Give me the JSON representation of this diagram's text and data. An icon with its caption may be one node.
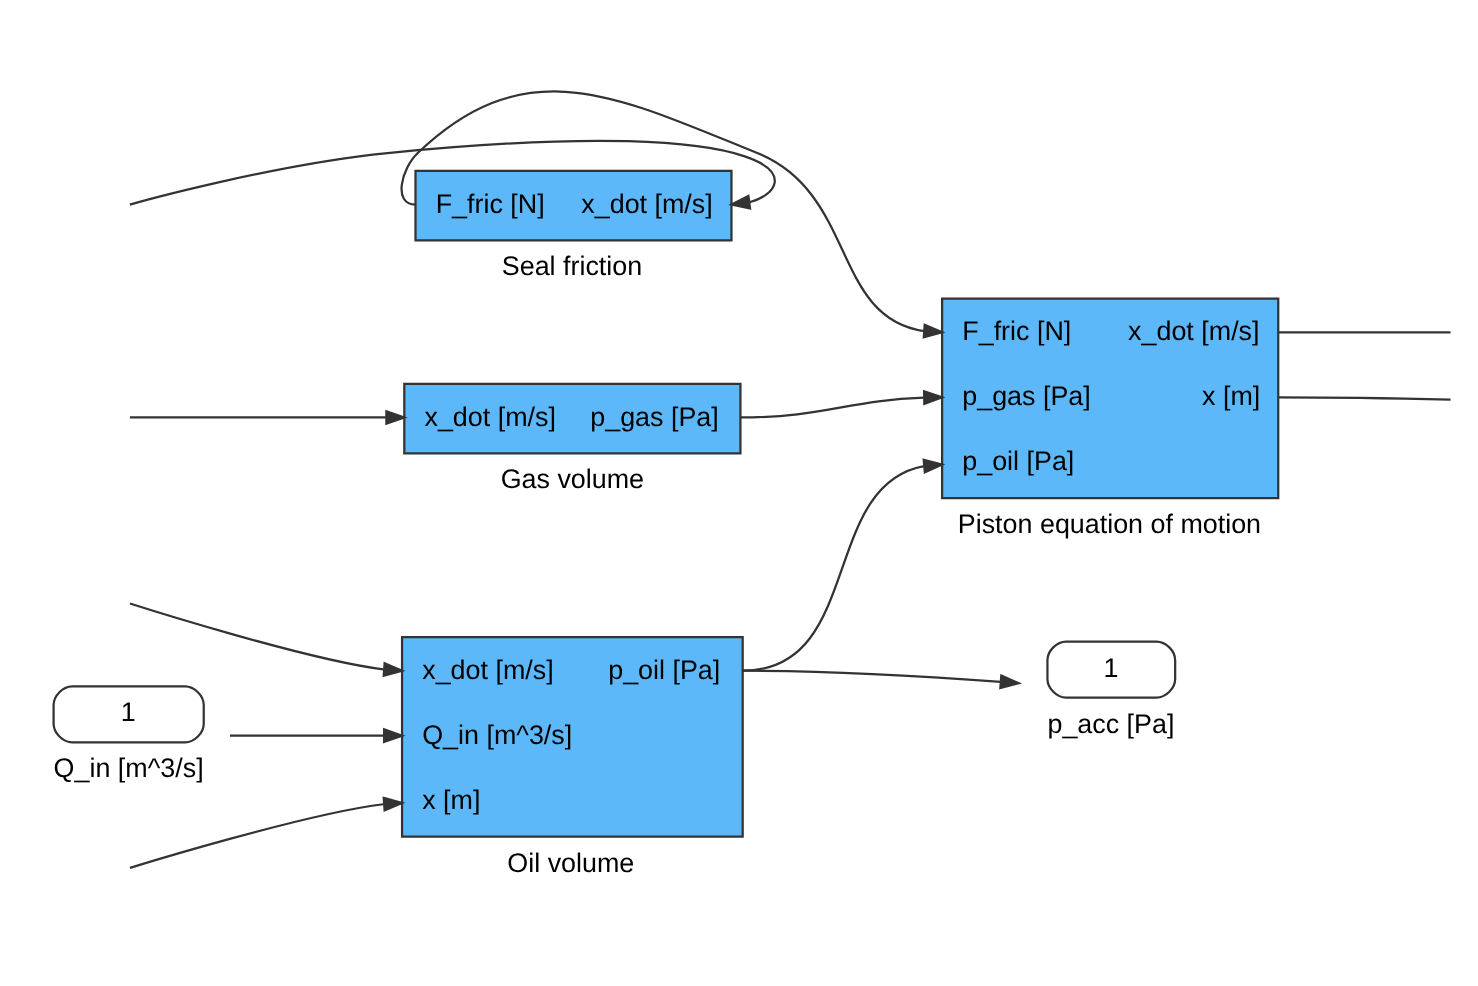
{
  "diagram": {
    "nodes": [
      {
        "text": [
          "x_dot [m/s]",
          "p_gas [Pa]"
        ],
        "beside": [
          "Gas volume"
        ]
      },
      {
        "text": [
          "F_fric [N]",
          "x_dot [m/s]"
        ],
        "beside": [
          "Seal friction"
        ]
      },
      {
        "text": [
          "F_fric [N]",
          "x_dot [m/s]",
          "p_gas [Pa]",
          "x [m]",
          "p_oil [Pa]"
        ],
        "beside": [
          "Piston equation of motion"
        ]
      },
      {
        "text": [
          "1"
        ],
        "beside": [
          "Q_in [m^3/s]"
        ]
      },
      {
        "text": [
          "x_dot [m/s]",
          "Q_in [m^3/s]",
          "p_oil [Pa]",
          "x [m]"
        ],
        "beside": [
          "Oil volume"
        ]
      },
      {
        "text": [
          "1"
        ],
        "beside": [
          "p_acc [Pa]"
        ]
      }
    ],
    "edges": [
      {
        "from": null,
        "to": 0,
        "arrow": "to"
      },
      {
        "from": null,
        "to": 4,
        "arrow": "to"
      },
      {
        "from": null,
        "to": 1,
        "arrow": "to"
      },
      {
        "from": 0,
        "to": 2,
        "arrow": "to"
      },
      {
        "from": 1,
        "to": 2,
        "arrow": "to"
      },
      {
        "from": 2,
        "to": null,
        "arrow": "none"
      },
      {
        "from": 2,
        "to": null,
        "arrow": "none"
      },
      {
        "from": 3,
        "to": 4,
        "arrow": "to"
      },
      {
        "from": 4,
        "to": 2,
        "arrow": "to"
      },
      {
        "from": 4,
        "to": 5,
        "arrow": "to"
      },
      {
        "from": null,
        "to": 4,
        "arrow": "to"
      }
    ]
  }
}
